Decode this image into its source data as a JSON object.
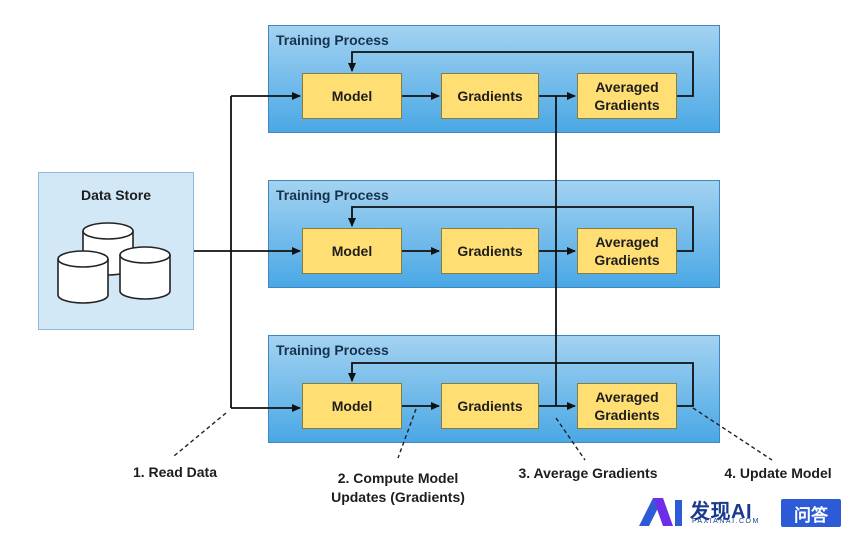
{
  "data_store": {
    "title": "Data Store"
  },
  "panels": [
    {
      "title": "Training Process",
      "model": "Model",
      "gradients": "Gradients",
      "averaged": [
        "Averaged",
        "Gradients"
      ]
    },
    {
      "title": "Training Process",
      "model": "Model",
      "gradients": "Gradients",
      "averaged": [
        "Averaged",
        "Gradients"
      ]
    },
    {
      "title": "Training Process",
      "model": "Model",
      "gradients": "Gradients",
      "averaged": [
        "Averaged",
        "Gradients"
      ]
    }
  ],
  "captions": {
    "read_data": "1. Read Data",
    "compute": [
      "2. Compute Model",
      "Updates (Gradients)"
    ],
    "average": "3. Average Gradients",
    "update": "4. Update Model"
  },
  "brand": {
    "name": "发现AI",
    "sub": "FAXIANAI.COM",
    "badge": "问答"
  },
  "colors": {
    "panel_top": "#a3d2f1",
    "panel_bottom": "#4aa8e5",
    "node": "#ffdf74",
    "data_store": "#d2e8f6",
    "brand": "#1a3a8f",
    "badge": "#2d5bd7"
  }
}
